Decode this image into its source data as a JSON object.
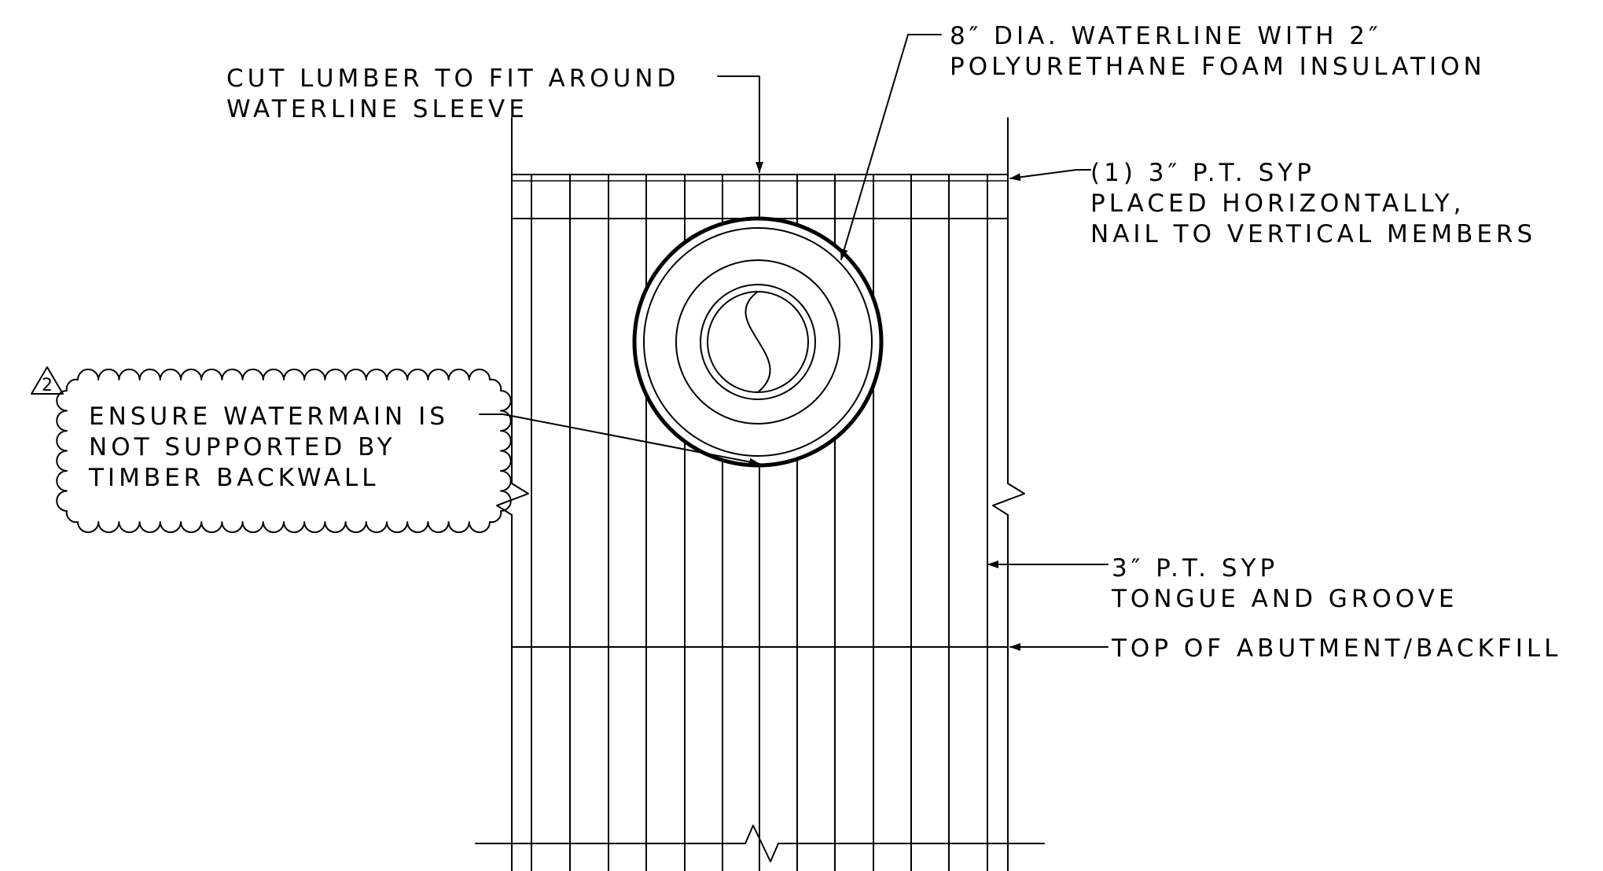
{
  "labels": {
    "cut_lumber_line1": "CUT LUMBER TO FIT AROUND",
    "cut_lumber_line2": "WATERLINE SLEEVE",
    "waterline_line1": "8″ DIA. WATERLINE WITH 2″",
    "waterline_line2": "POLYURETHANE FOAM INSULATION",
    "horizontal_syp_line1": "(1) 3″ P.T. SYP",
    "horizontal_syp_line2": "PLACED HORIZONTALLY,",
    "horizontal_syp_line3": "NAIL TO VERTICAL MEMBERS",
    "tongue_groove_line1": "3″ P.T. SYP",
    "tongue_groove_line2": "TONGUE AND GROOVE",
    "top_abutment": "TOP OF ABUTMENT/BACKFILL"
  },
  "revision_note": {
    "tag_number": "2",
    "line1": "ENSURE WATERMAIN IS",
    "line2": "NOT SUPPORTED BY",
    "line3": "TIMBER BACKWALL"
  },
  "colors": {
    "linework": "#000000",
    "background": "#ffffff"
  }
}
